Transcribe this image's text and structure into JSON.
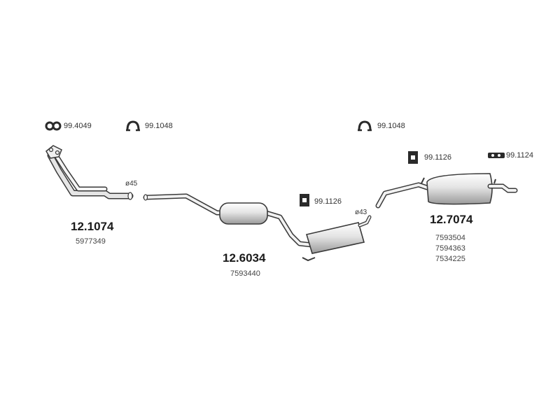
{
  "accessories": [
    {
      "code": "99.4049",
      "icon": "double-ring-gasket-icon"
    },
    {
      "code": "99.1048",
      "icon": "clamp-icon"
    },
    {
      "code": "99.1048",
      "icon": "clamp-icon"
    },
    {
      "code": "99.1126",
      "icon": "rubber-hanger-icon"
    },
    {
      "code": "99.1126",
      "icon": "rubber-hanger-icon"
    },
    {
      "code": "99.1124",
      "icon": "mounting-bracket-icon"
    }
  ],
  "diameters": [
    "ø45",
    "ø43"
  ],
  "parts": [
    {
      "code": "12.1074",
      "oem": [
        "5977349"
      ]
    },
    {
      "code": "12.6034",
      "oem": [
        "7593440"
      ]
    },
    {
      "code": "12.7074",
      "oem": [
        "7593504",
        "7594363",
        "7534225"
      ]
    }
  ],
  "colors": {
    "line": "#3a3a3a",
    "fill_light": "#f2f2f2",
    "fill_mid": "#c9c9c9",
    "fill_dark": "#8a8a8a"
  }
}
